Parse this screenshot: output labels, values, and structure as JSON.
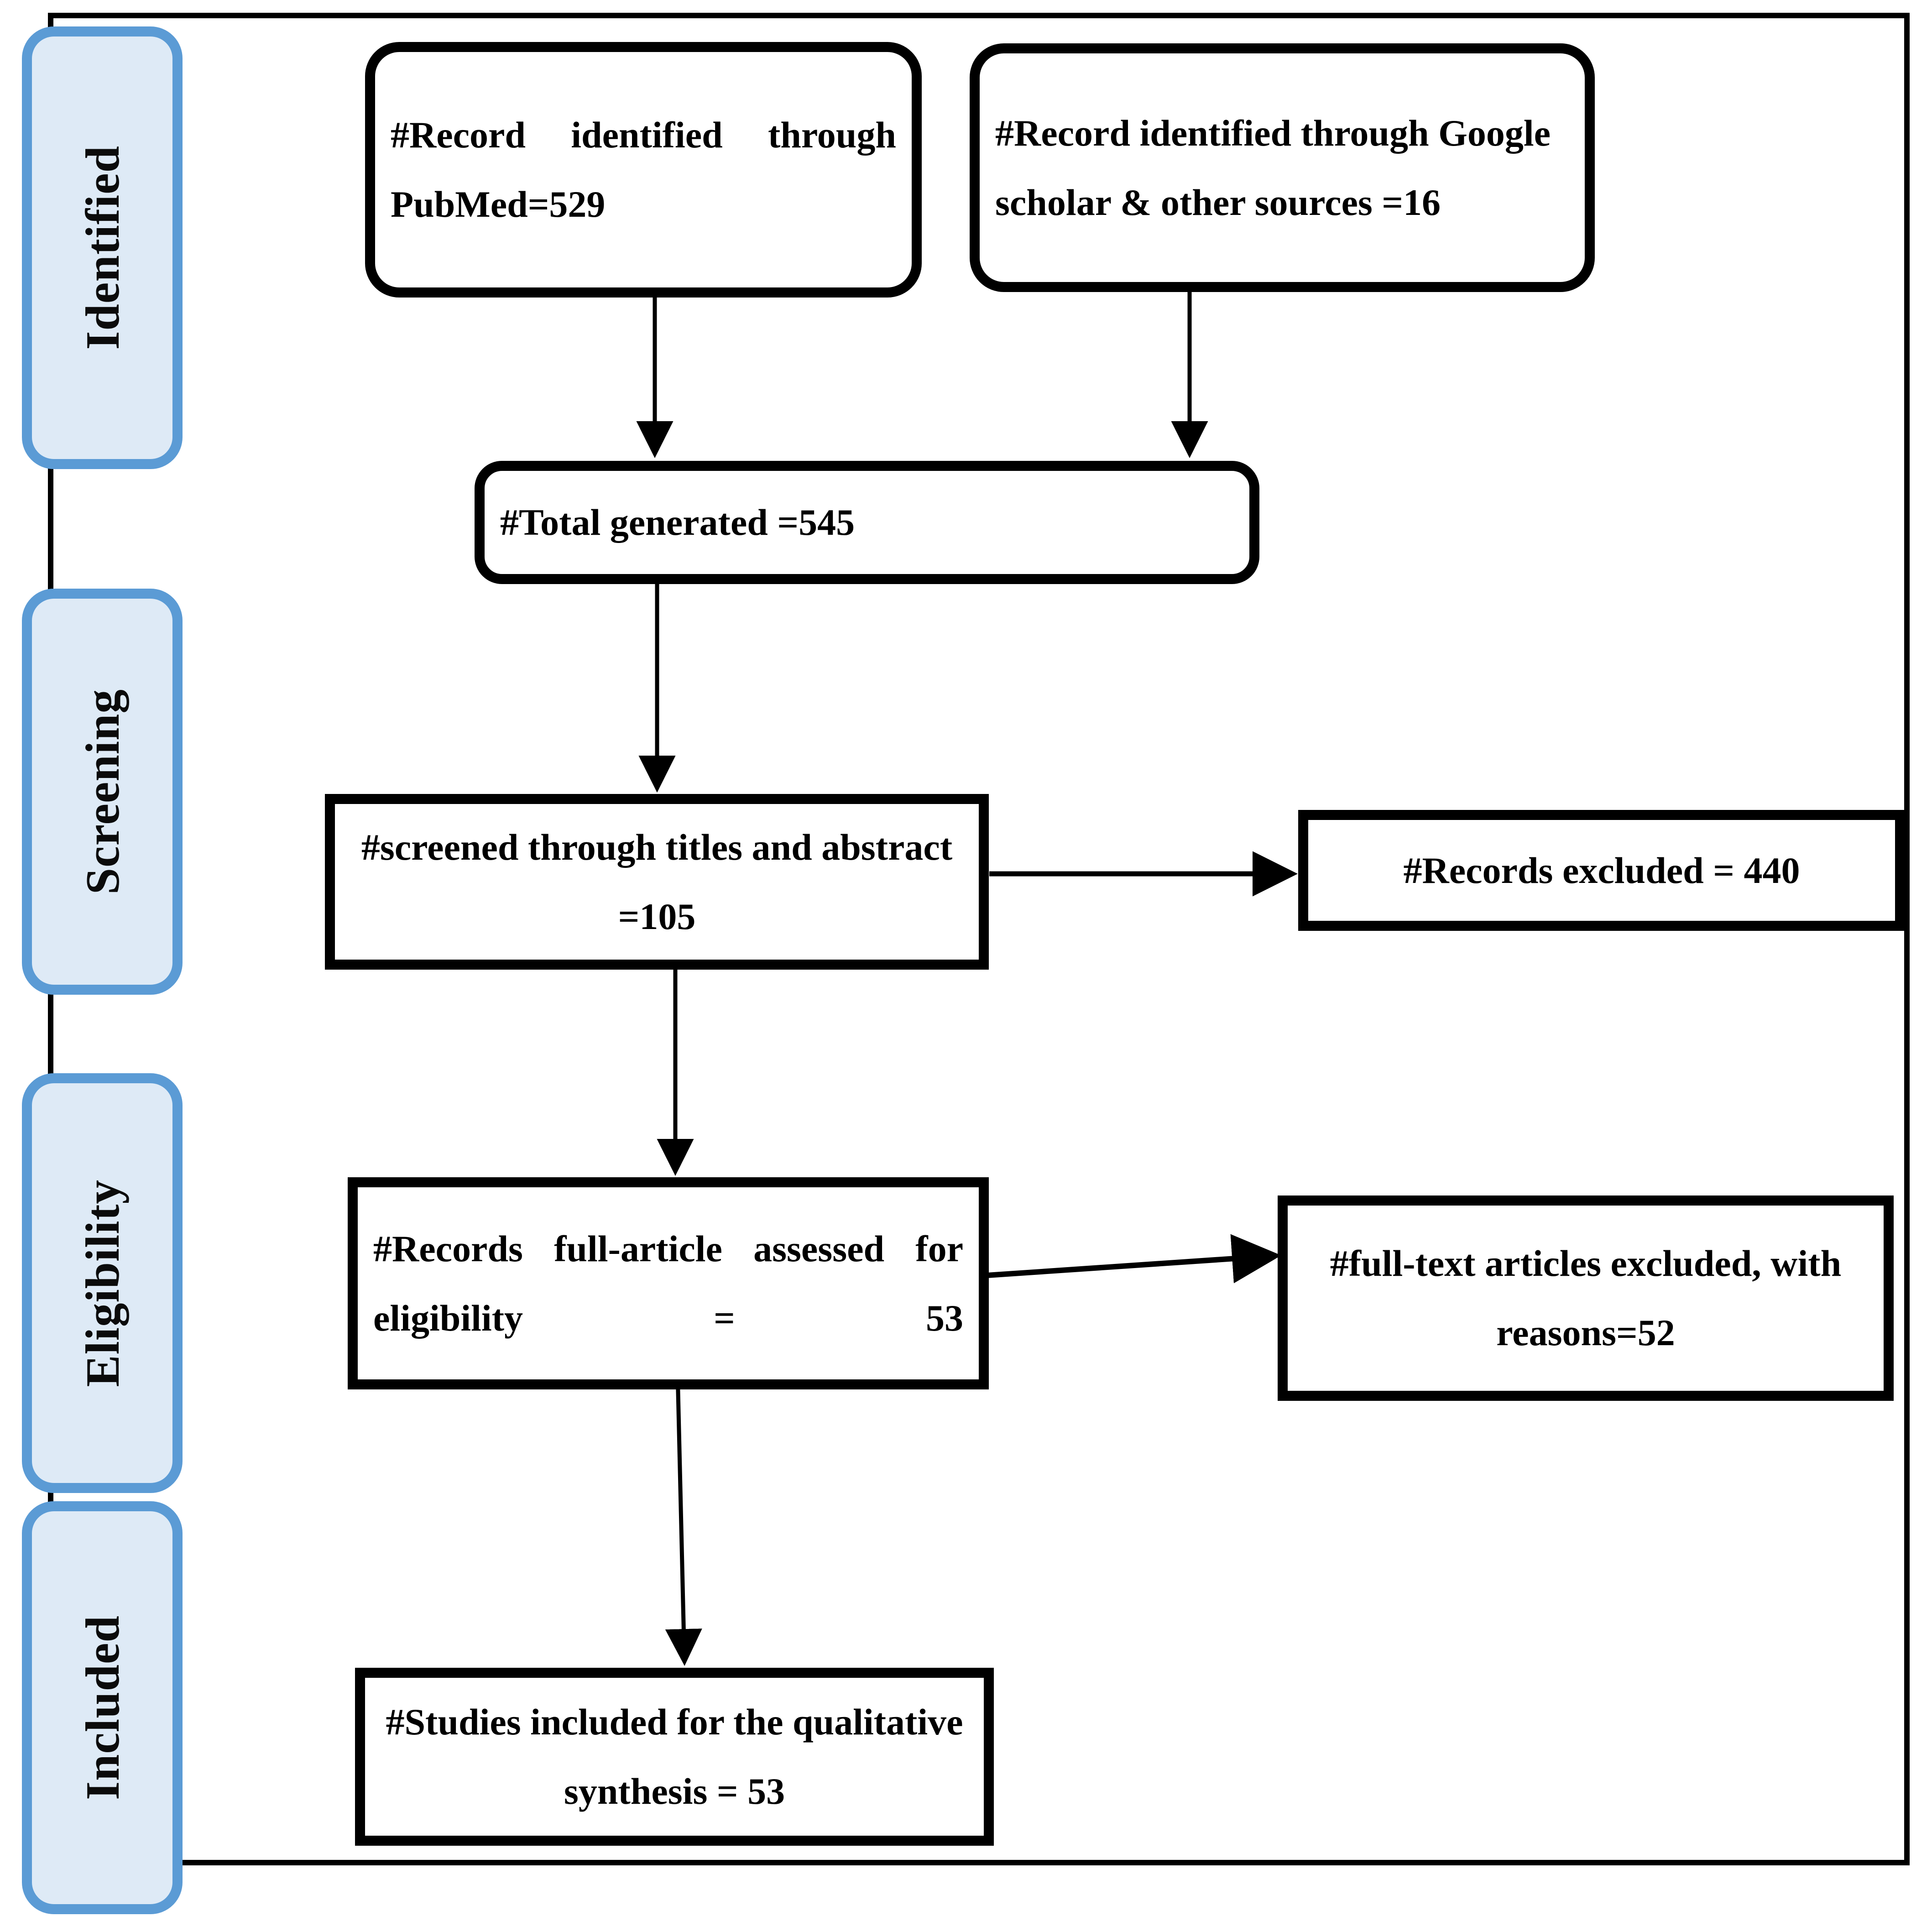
{
  "diagram": {
    "type": "prisma-flow-diagram",
    "stages": [
      {
        "id": "identified",
        "label": "Identified"
      },
      {
        "id": "screening",
        "label": "Screening"
      },
      {
        "id": "eligibility",
        "label": "Eligibility"
      },
      {
        "id": "included",
        "label": "Included"
      }
    ],
    "boxes": {
      "pubmed": {
        "text": "#Record identified through PubMed=529"
      },
      "google": {
        "text": "#Record identified through Google scholar & other sources =16"
      },
      "total": {
        "text": "#Total generated =545"
      },
      "screened": {
        "text": "#screened through titles and abstract =105"
      },
      "excluded": {
        "text": "#Records excluded = 440"
      },
      "eligibility": {
        "text": "#Records full-article assessed for eligibility = 53"
      },
      "fulltext": {
        "text": "#full-text articles excluded, with reasons=52"
      },
      "included": {
        "text": "#Studies included for the qualitative synthesis = 53"
      }
    },
    "counts": {
      "pubmed_records": 529,
      "google_scholar_other_records": 16,
      "total_generated": 545,
      "screened_titles_abstract": 105,
      "records_excluded": 440,
      "full_article_assessed": 53,
      "full_text_excluded_with_reasons": 52,
      "studies_included_qualitative": 53
    },
    "colors": {
      "stage_fill": "#DEEAF6",
      "stage_border": "#5B9BD5",
      "box_border": "#000000",
      "box_fill": "#FFFFFF",
      "connector": "#000000"
    }
  }
}
